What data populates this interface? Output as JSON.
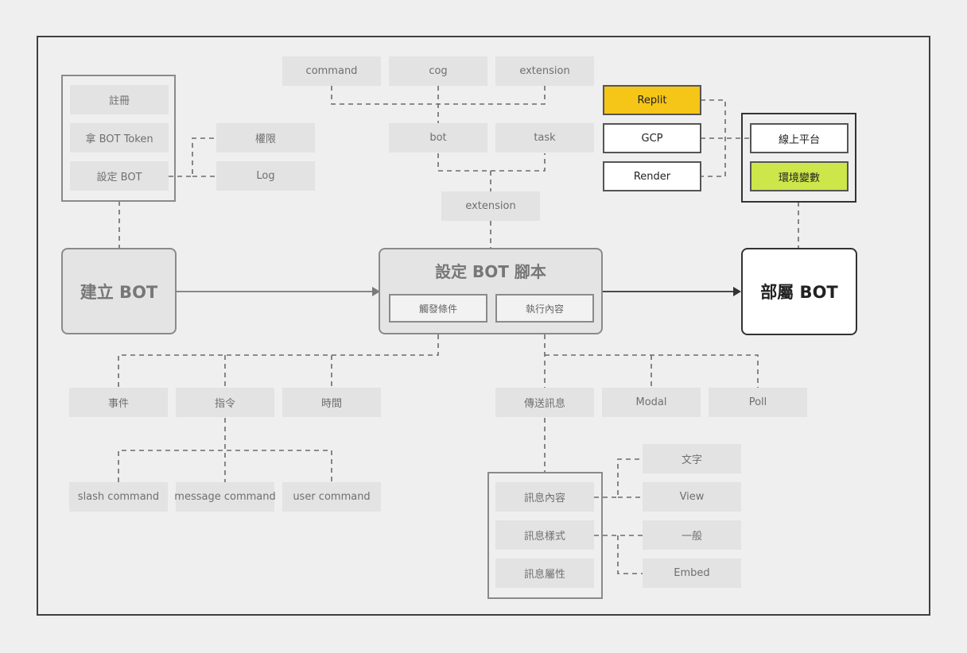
{
  "colors": {
    "yellow": "#f5c518",
    "lime": "#cde64a",
    "line": "#6b6b6b"
  },
  "left": {
    "register": "註冊",
    "token": "拿 BOT Token",
    "set_bot": "設定 BOT",
    "permission": "權限",
    "log": "Log",
    "create_bot": "建立 BOT"
  },
  "top": {
    "command": "command",
    "cog": "cog",
    "extension": "extension",
    "bot": "bot",
    "task": "task",
    "extension2": "extension"
  },
  "script": {
    "title": "設定 BOT 腳本",
    "trigger": "觸發條件",
    "content": "執行內容"
  },
  "deploy": {
    "replit": "Replit",
    "gcp": "GCP",
    "render": "Render",
    "online_platform": "線上平台",
    "env_vars": "環境變數",
    "deploy_bot": "部屬 BOT"
  },
  "trigger_children": {
    "event": "事件",
    "command": "指令",
    "time": "時間",
    "slash": "slash command",
    "message": "message command",
    "user": "user command"
  },
  "content_children": {
    "send": "傳送訊息",
    "modal": "Modal",
    "poll": "Poll",
    "msg_content": "訊息內容",
    "msg_style": "訊息樣式",
    "msg_attr": "訊息屬性",
    "text": "文字",
    "view": "View",
    "normal": "一般",
    "embed": "Embed"
  }
}
